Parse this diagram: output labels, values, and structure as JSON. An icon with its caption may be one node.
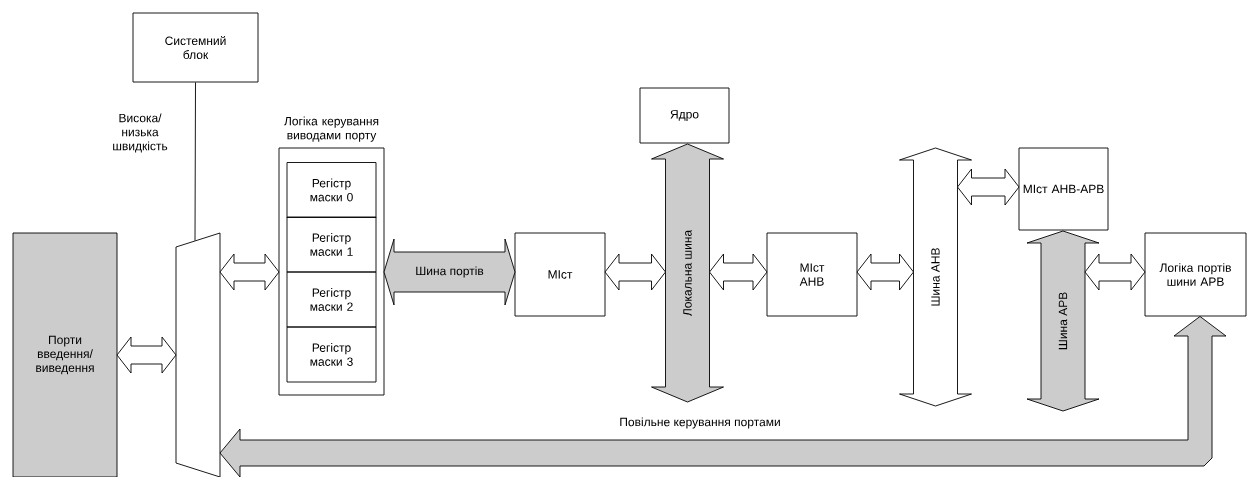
{
  "diagram": {
    "nodes": [
      {
        "text": [
          "Системний блок"
        ]
      },
      {
        "text": [],
        "shape": "trapezoid"
      },
      {
        "text": [
          "Порти введення/ виведення"
        ]
      },
      {
        "text": [
          "Логіка керування виводами порту"
        ]
      },
      {
        "text": [
          "Регістр маски 0"
        ],
        "in": 3
      },
      {
        "text": [
          "Регістр маски 1"
        ],
        "in": 3
      },
      {
        "text": [
          "Регістр маски 2"
        ],
        "in": 3
      },
      {
        "text": [
          "Регістр маски 3"
        ],
        "in": 3
      },
      {
        "text": [
          "МІст"
        ]
      },
      {
        "text": [
          "Ядро"
        ]
      },
      {
        "text": [
          "Локальна шина"
        ]
      },
      {
        "text": [
          "МІст AHB"
        ]
      },
      {
        "text": [
          "Шина  AHB"
        ]
      },
      {
        "text": [
          "МІст AHB-APB"
        ]
      },
      {
        "text": [
          "Шина  APB"
        ]
      },
      {
        "text": [
          "Логіка портів шини APB"
        ]
      }
    ],
    "edges": [
      {
        "from": 0,
        "to": 1,
        "arrow": "none",
        "label": "Висока/ низька швидкість"
      },
      {
        "from": 2,
        "to": 1,
        "arrow": "both"
      },
      {
        "from": 1,
        "to": 3,
        "arrow": "both"
      },
      {
        "from": 3,
        "to": 8,
        "arrow": "both",
        "label": "Шина портів",
        "style": "thick"
      },
      {
        "from": 8,
        "to": 10,
        "arrow": "both"
      },
      {
        "from": 10,
        "to": 11,
        "arrow": "both"
      },
      {
        "from": 11,
        "to": 12,
        "arrow": "both"
      },
      {
        "from": 12,
        "to": 13,
        "arrow": "both"
      },
      {
        "from": 14,
        "to": 15,
        "arrow": "both"
      },
      {
        "from": 15,
        "to": 1,
        "arrow": "both",
        "label": "Повільне керування портами",
        "style": "thick"
      }
    ]
  }
}
